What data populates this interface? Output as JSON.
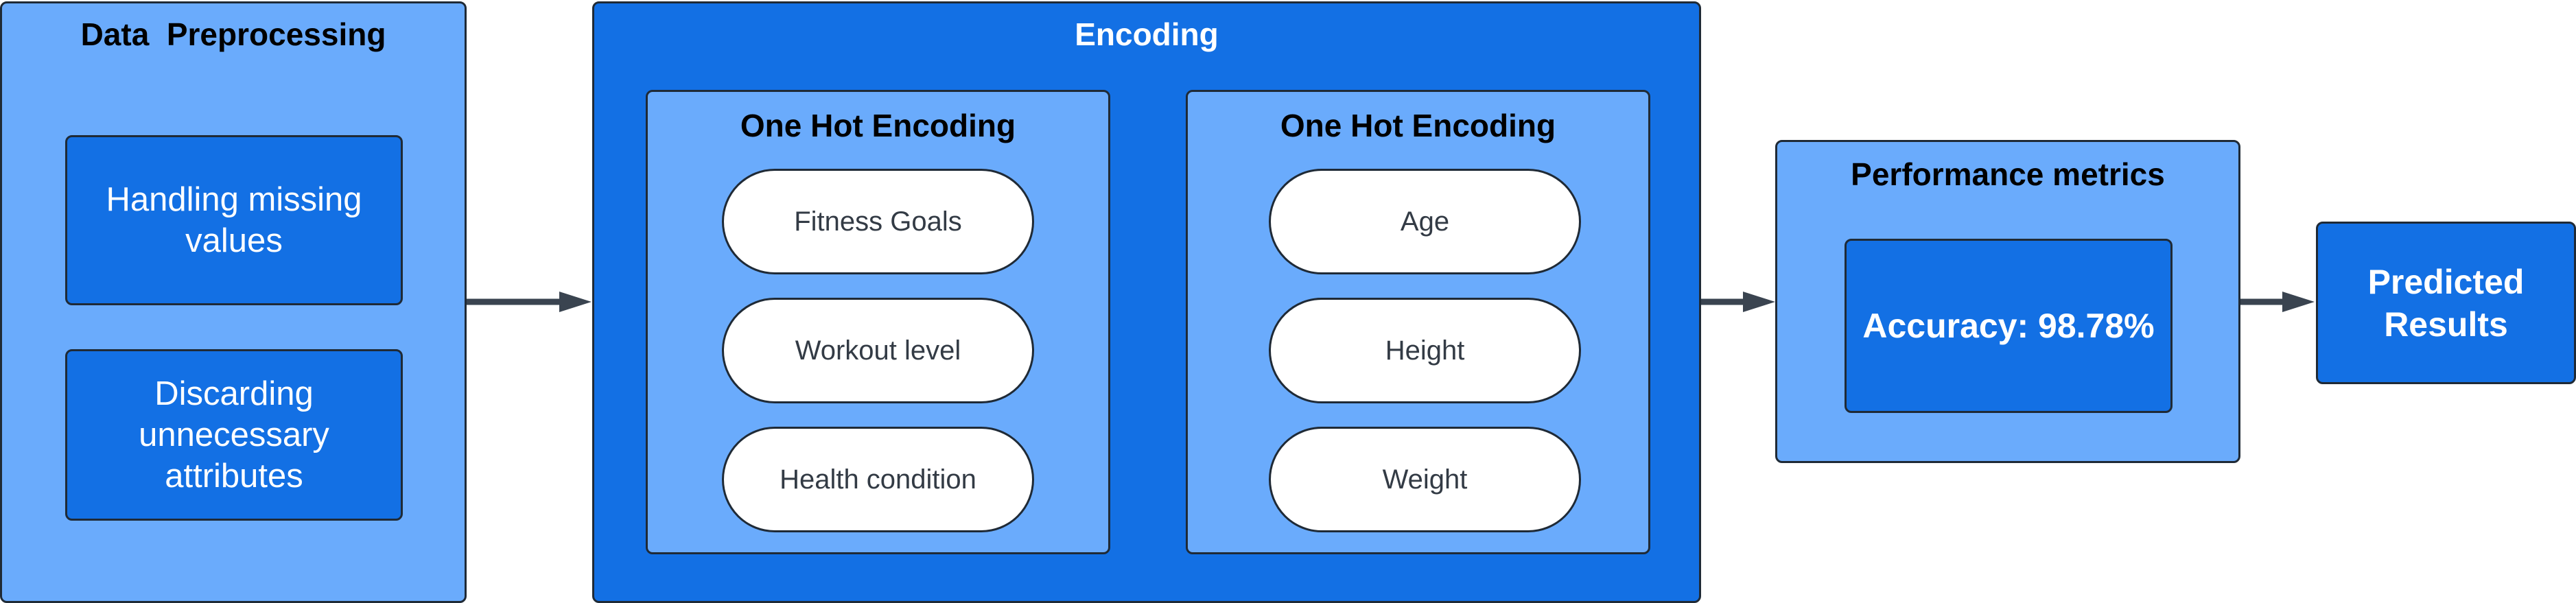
{
  "preprocessing": {
    "title": "Data  Preprocessing",
    "steps": [
      "Handling missing values",
      "Discarding unnecessary attributes"
    ]
  },
  "encoding": {
    "title": "Encoding",
    "groups": [
      {
        "title": "One Hot Encoding",
        "items": [
          "Fitness Goals",
          "Workout level",
          "Health condition"
        ]
      },
      {
        "title": "One Hot Encoding",
        "items": [
          "Age",
          "Height",
          "Weight"
        ]
      }
    ]
  },
  "metrics": {
    "title": "Performance metrics",
    "accuracy": "Accuracy: 98.78%"
  },
  "results": {
    "label": "Predicted Results"
  },
  "colors": {
    "light_box": "#6aabfc",
    "dark_box": "#1370e4",
    "border": "#1f2a36",
    "arrow": "#3a4450"
  }
}
